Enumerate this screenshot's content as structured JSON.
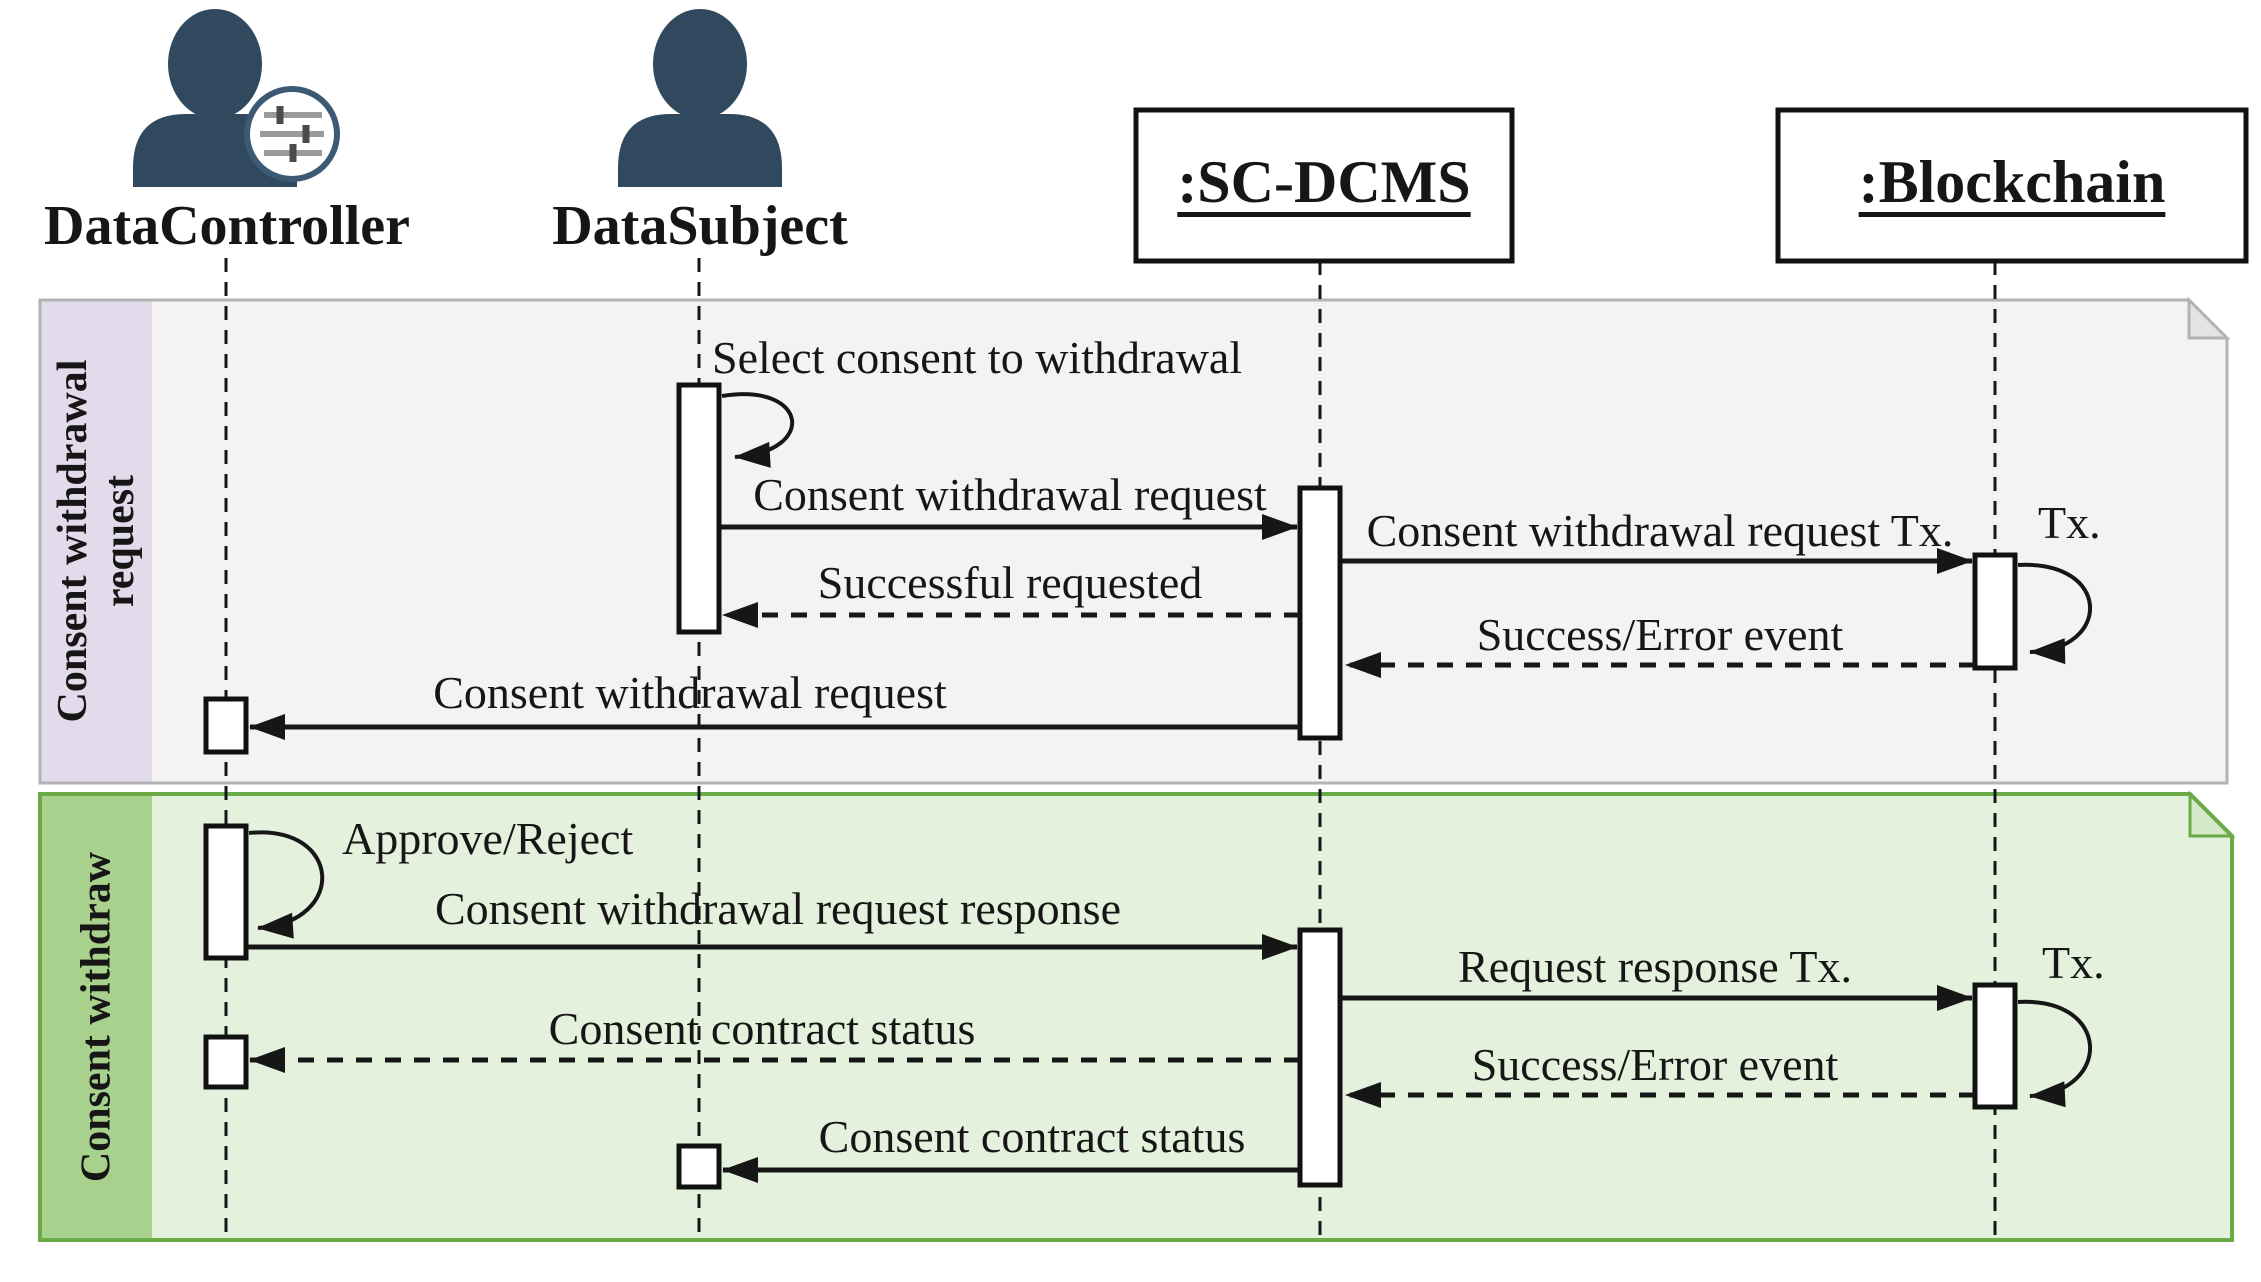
{
  "diagram": {
    "type": "uml-sequence-diagram",
    "actors": {
      "controller": "DataController",
      "subject": "DataSubject"
    },
    "objects": {
      "scdcms": ":SC-DCMS",
      "blockchain": ":Blockchain"
    },
    "frame1": {
      "label": "Consent withdrawal request",
      "label_lines": [
        "Consent withdrawal",
        "request"
      ],
      "msg_select": "Select consent to withdrawal",
      "msg_request": "Consent withdrawal request",
      "msg_request_tx": "Consent withdrawal request Tx.",
      "msg_tx": "Tx.",
      "msg_success_requested": "Successful requested",
      "msg_success_error": "Success/Error event",
      "msg_request_to_controller": "Consent withdrawal request"
    },
    "frame2": {
      "label": "Consent withdraw",
      "msg_approve": "Approve/Reject",
      "msg_response": "Consent withdrawal request response",
      "msg_response_tx": "Request response Tx.",
      "msg_tx": "Tx.",
      "msg_contract_status_to_controller": "Consent contract status",
      "msg_success_error": "Success/Error event",
      "msg_contract_status_to_subject": "Consent contract status"
    },
    "colors": {
      "frame1_band": "#e3dbeb",
      "frame1_body": "#f3f3f3",
      "frame1_border": "#b3b3b3",
      "frame1_fold": "#e3e3e3",
      "frame2_band": "#a9d18e",
      "frame2_body": "#e4f1dc",
      "frame2_border": "#6aaa47",
      "frame2_fold": "#d6e8ca",
      "actor_icon": "#31495e",
      "ink": "#161616"
    }
  }
}
